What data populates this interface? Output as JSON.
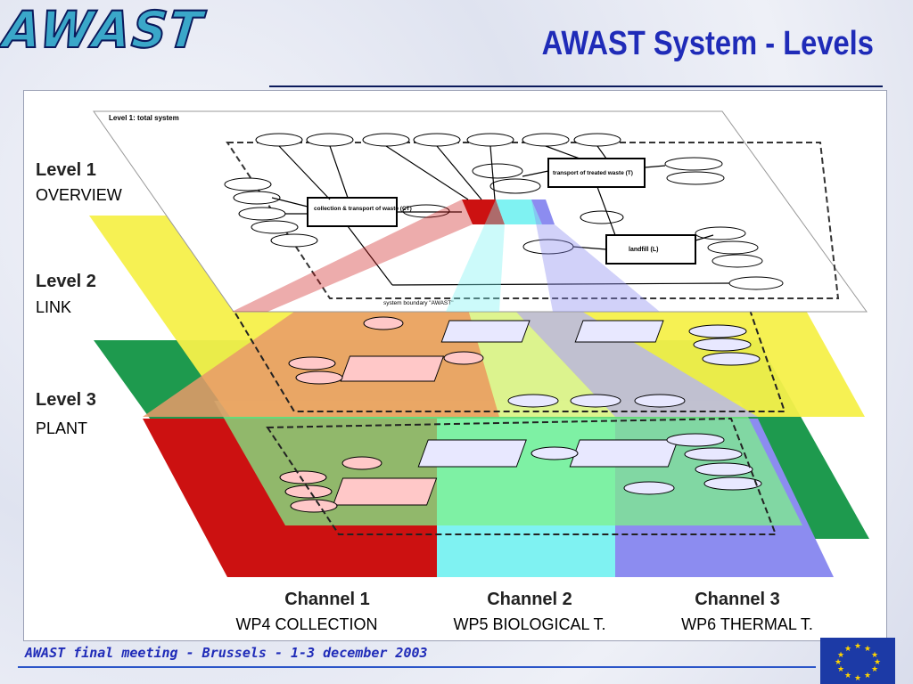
{
  "logo": {
    "text": "AWAST"
  },
  "title": "AWAST System - Levels",
  "levels": [
    {
      "name": "Level 1",
      "sub": "OVERVIEW"
    },
    {
      "name": "Level 2",
      "sub": "LINK"
    },
    {
      "name": "Level 3",
      "sub": "PLANT"
    }
  ],
  "channels": [
    {
      "name": "Channel 1",
      "wp": "WP4 COLLECTION",
      "color": "#cc1111"
    },
    {
      "name": "Channel 2",
      "wp": "WP5 BIOLOGICAL T.",
      "color": "#7ff2f2"
    },
    {
      "name": "Channel 3",
      "wp": "WP6 THERMAL T.",
      "color": "#8c8cf0"
    }
  ],
  "level1_diagram": {
    "heading": "Level 1: total system",
    "boxes": [
      "collection & transport of waste (CT)",
      "transport of treated waste (T)",
      "landfill (L)"
    ],
    "boundary": "system boundary \"AWAST\""
  },
  "plane_colors": {
    "level1": "#ffffff",
    "level2": "#f5f04a",
    "level3": "#1e9a4e"
  },
  "footer": "AWAST final meeting - Brussels - 1-3 december 2003",
  "eu_flag": {
    "icon": "eu-flag-icon",
    "background": "#1c3aa6",
    "star_color": "#ffd400"
  }
}
